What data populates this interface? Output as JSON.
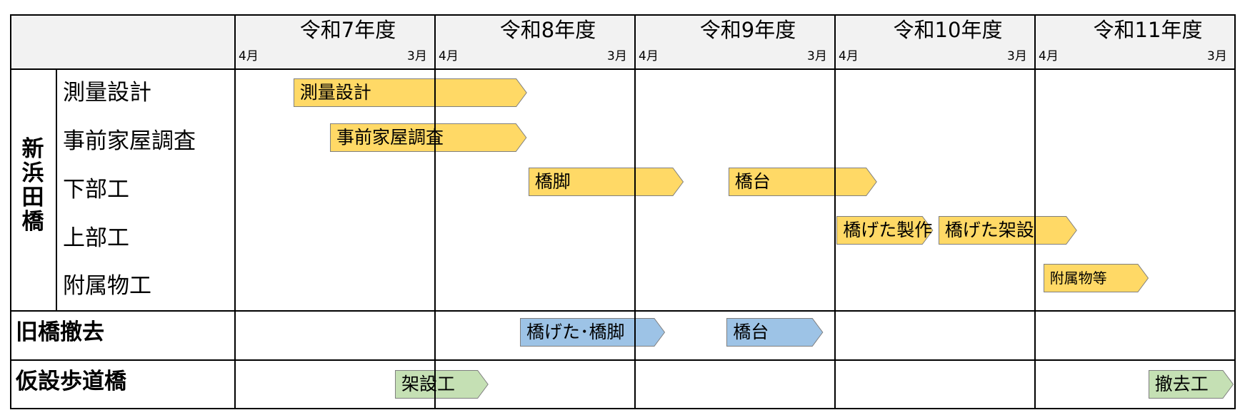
{
  "fiscal_years": [
    "令和7年度",
    "令和8年度",
    "令和9年度",
    "令和10年度",
    "令和11年度"
  ],
  "month_start": "4月",
  "month_end": "3月",
  "groups": {
    "new_bridge": "新浜田橋",
    "old_bridge_removal": "旧橋撤去",
    "temporary_walkway": "仮設歩道橋"
  },
  "tasks": {
    "survey_design": "測量設計",
    "pre_house_survey": "事前家屋調査",
    "substructure": "下部工",
    "superstructure": "上部工",
    "auxiliary": "附属物工"
  },
  "colors": {
    "new_bridge_bar": "#ffd966",
    "old_bridge_bar": "#9dc3e6",
    "walkway_bar": "#c5e0b4",
    "outline": "#7f7f7f",
    "header_bg": "#f2f2f2"
  },
  "bars": [
    {
      "key": "survey",
      "label": "測量設計",
      "group": "new_bridge",
      "task": "測量設計",
      "start_year": 0,
      "start_month": 3.5,
      "end_year": 1,
      "end_month": 5.5
    },
    {
      "key": "house",
      "label": "事前家屋調査",
      "group": "new_bridge",
      "task": "事前家屋調査",
      "start_year": 0,
      "start_month": 5.7,
      "end_year": 1,
      "end_month": 5.5
    },
    {
      "key": "pier",
      "label": "橋脚",
      "group": "new_bridge",
      "task": "下部工",
      "start_year": 1,
      "start_month": 5.6,
      "end_year": 2,
      "end_month": 2.9
    },
    {
      "key": "abutment",
      "label": "橋台",
      "group": "new_bridge",
      "task": "下部工",
      "start_year": 2,
      "start_month": 5.6,
      "end_year": 3,
      "end_month": 2.5
    },
    {
      "key": "girder_fab",
      "label": "橋げた製作",
      "group": "new_bridge",
      "task": "上部工",
      "start_year": 3,
      "start_month": 0.1,
      "end_year": 3,
      "end_month": 5.9
    },
    {
      "key": "girder_erect",
      "label": "橋げた架設",
      "group": "new_bridge",
      "task": "上部工",
      "start_year": 3,
      "start_month": 6.2,
      "end_year": 4,
      "end_month": 2.5
    },
    {
      "key": "auxiliary",
      "label": "附属物等",
      "group": "new_bridge",
      "task": "附属物工",
      "start_year": 4,
      "start_month": 0.5,
      "end_year": 4,
      "end_month": 6.8
    },
    {
      "key": "old_girder_pier",
      "label": "橋げた･橋脚",
      "group": "old_bridge_removal",
      "task": "",
      "start_year": 1,
      "start_month": 5.1,
      "end_year": 2,
      "end_month": 1.8
    },
    {
      "key": "old_abutment",
      "label": "橋台",
      "group": "old_bridge_removal",
      "task": "",
      "start_year": 2,
      "start_month": 5.5,
      "end_year": 2,
      "end_month": 11.3
    },
    {
      "key": "walkway_build",
      "label": "架設工",
      "group": "temporary_walkway",
      "task": "",
      "start_year": 0,
      "start_month": 9.6,
      "end_year": 1,
      "end_month": 3.2
    },
    {
      "key": "walkway_remove",
      "label": "撤去工",
      "group": "temporary_walkway",
      "task": "",
      "start_year": 4,
      "start_month": 6.8,
      "end_year": 4,
      "end_month": 11.9
    }
  ]
}
